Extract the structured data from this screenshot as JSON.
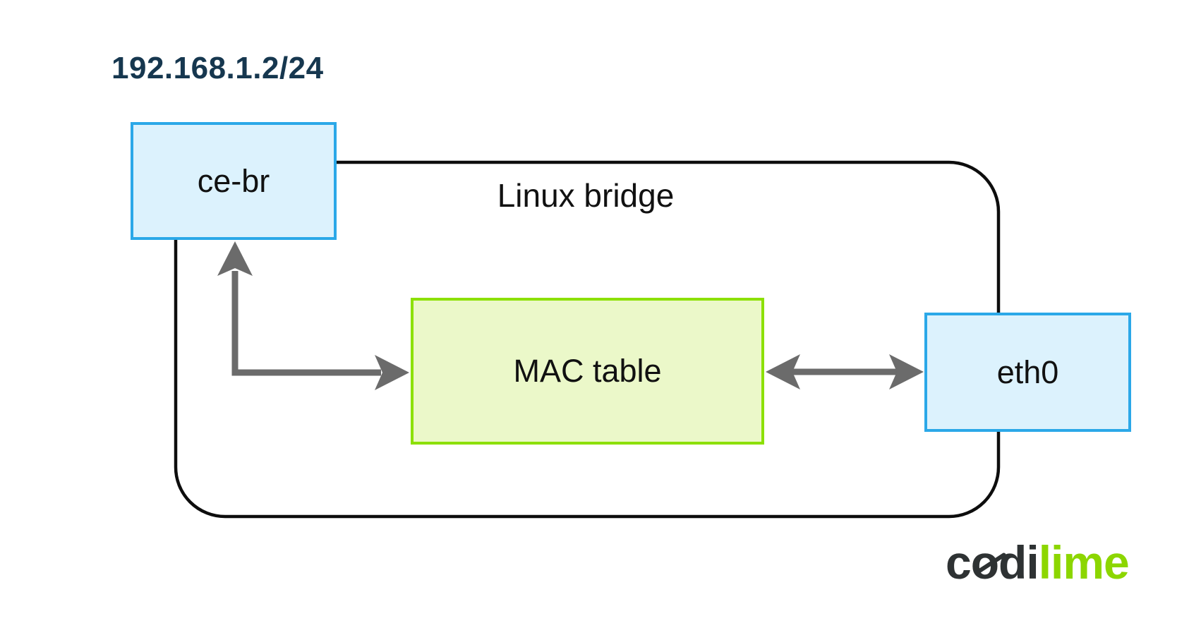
{
  "diagram": {
    "ip_label": "192.168.1.2/24",
    "bridge_label": "Linux bridge",
    "nodes": {
      "ce_br": {
        "label": "ce-br",
        "style": "blue"
      },
      "mac_table": {
        "label": "MAC table",
        "style": "green"
      },
      "eth0": {
        "label": "eth0",
        "style": "blue"
      }
    },
    "connections": [
      {
        "from": "mac_table",
        "to": "ce_br",
        "type": "elbow-arrow",
        "direction": "one-way-up-and-right"
      },
      {
        "from": "mac_table",
        "to": "eth0",
        "type": "double-headed-arrow",
        "direction": "bidirectional"
      }
    ],
    "colors": {
      "node_blue_border": "#2BA8E8",
      "node_blue_fill": "#DCF2FD",
      "node_green_border": "#8CE000",
      "node_green_fill": "#EBF8C9",
      "arrow_gray": "#6B6B6B",
      "bridge_outline": "#0D0D0D",
      "ip_text": "#16374F"
    }
  },
  "logo": {
    "text": "codilime",
    "part_dark": "codi",
    "part_lime": "lime",
    "dark_color": "#2E3233",
    "lime_color": "#8CD600"
  }
}
